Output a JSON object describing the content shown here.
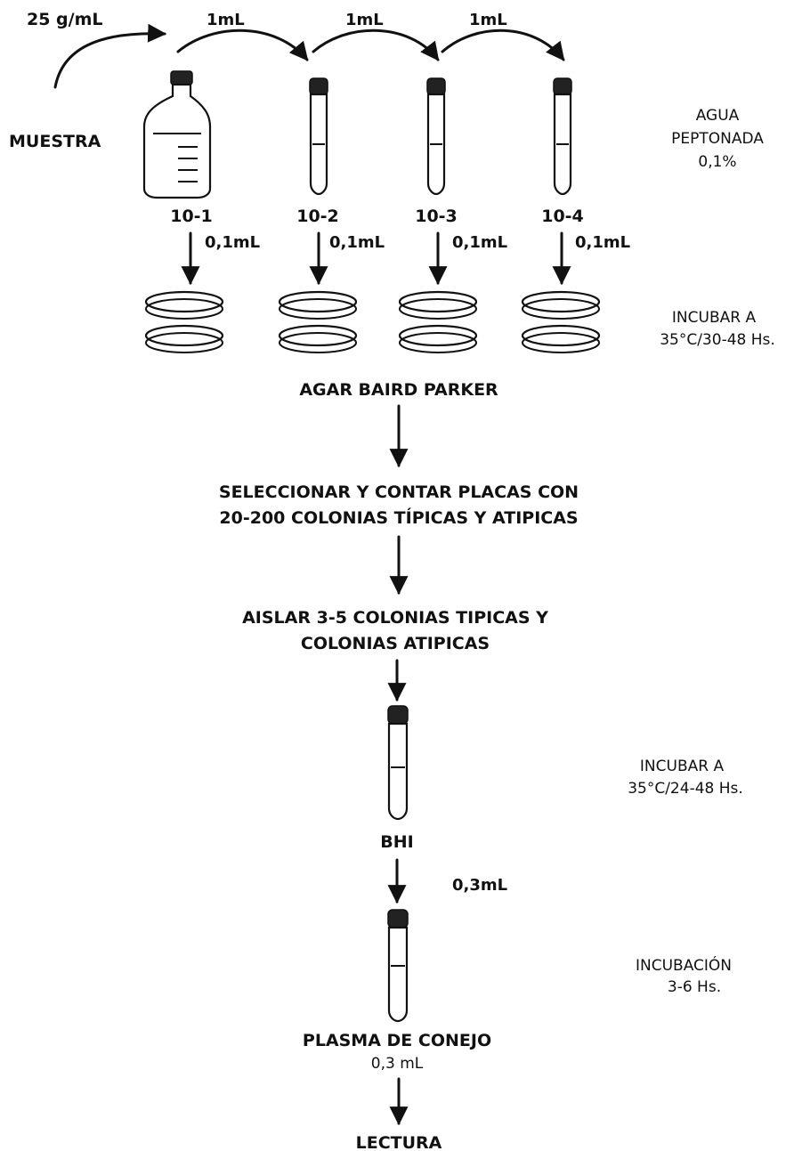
{
  "sample": {
    "amount_label": "25 g/mL",
    "label": "MUESTRA",
    "diluent_line1": "AGUA",
    "diluent_line2": "PEPTONADA",
    "diluent_line3": "0,1%"
  },
  "transfers": [
    "1mL",
    "1mL",
    "1mL"
  ],
  "dilutions": [
    {
      "label": "10-1",
      "inoculum": "0,1mL"
    },
    {
      "label": "10-2",
      "inoculum": "0,1mL"
    },
    {
      "label": "10-3",
      "inoculum": "0,1mL"
    },
    {
      "label": "10-4",
      "inoculum": "0,1mL"
    }
  ],
  "plating": {
    "incubation_line1": "INCUBAR A",
    "incubation_line2": "35°C/30-48 Hs.",
    "medium": "AGAR BAIRD PARKER"
  },
  "steps": {
    "select_line1": "SELECCIONAR Y CONTAR PLACAS CON",
    "select_line2": "20-200 COLONIAS TÍPICAS Y ATIPICAS",
    "isolate_line1": "AISLAR 3-5 COLONIAS TIPICAS Y",
    "isolate_line2": "COLONIAS ATIPICAS"
  },
  "bhi": {
    "incubation_line1": "INCUBAR A",
    "incubation_line2": "35°C/24-48 Hs.",
    "label": "BHI",
    "transfer": "0,3mL"
  },
  "plasma": {
    "incubation_line1": "INCUBACIÓN",
    "incubation_line2": "3-6 Hs.",
    "label": "PLASMA DE CONEJO",
    "volume": "0,3 mL"
  },
  "final": {
    "label": "LECTURA"
  }
}
